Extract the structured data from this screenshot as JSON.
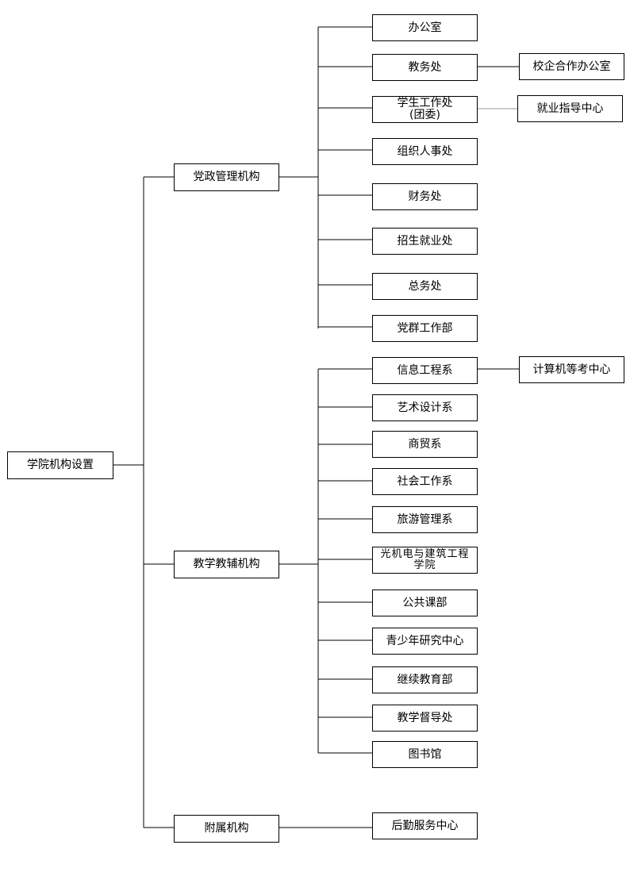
{
  "root": {
    "label": "学院机构设置"
  },
  "groups": {
    "admin": {
      "label": "党政管理机构"
    },
    "teaching": {
      "label": "教学教辅机构"
    },
    "affiliated": {
      "label": "附属机构"
    }
  },
  "admin_units": {
    "office": "办公室",
    "academic_affairs": "教务处",
    "student_affairs_line1": "学生工作处",
    "student_affairs_line2": "(团委)",
    "organization_hr": "组织人事处",
    "finance": "财务处",
    "admission_employment": "招生就业处",
    "general_affairs": "总务处",
    "party_mass": "党群工作部"
  },
  "admin_subunits": {
    "school_enterprise": "校企合作办公室",
    "career_guidance": "就业指导中心"
  },
  "teaching_units": {
    "info_eng": "信息工程系",
    "art_design": "艺术设计系",
    "commerce": "商贸系",
    "social_work": "社会工作系",
    "tourism_mgmt": "旅游管理系",
    "optomech_line1": "光机电与建筑工程",
    "optomech_line2": "学院",
    "public_courses": "公共课部",
    "youth_research": "青少年研究中心",
    "continuing_edu": "继续教育部",
    "teaching_supervision": "教学督导处",
    "library": "图书馆"
  },
  "teaching_subunits": {
    "computer_exam": "计算机等考中心"
  },
  "affiliated_units": {
    "logistics": "后勤服务中心"
  }
}
